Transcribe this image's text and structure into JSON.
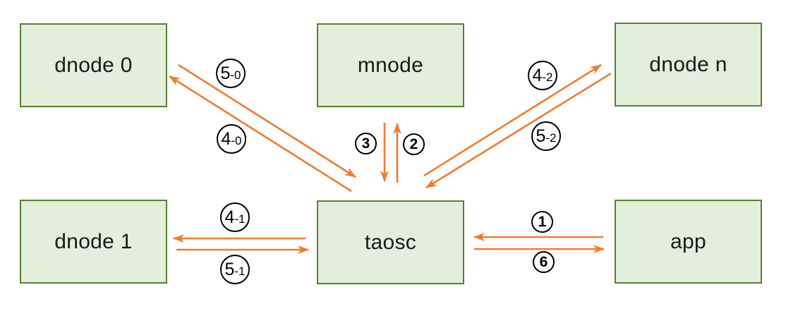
{
  "diagram_type": "message-flow-diagram",
  "colors": {
    "background": "#ffffff",
    "node_fill": "#e2efda",
    "node_border": "#548235",
    "node_text": "#1a1a1a",
    "arrow": "#ed7d31",
    "label_circle_border": "#000000",
    "label_text": "#000000"
  },
  "nodes": {
    "dnode0": "dnode 0",
    "mnode": "mnode",
    "dnoden": "dnode n",
    "dnode1": "dnode 1",
    "taosc": "taosc",
    "app": "app"
  },
  "edges": [
    {
      "label": "1",
      "from": "app",
      "to": "taosc"
    },
    {
      "label": "2",
      "from": "taosc",
      "to": "mnode"
    },
    {
      "label": "3",
      "from": "mnode",
      "to": "taosc"
    },
    {
      "label": "4-0",
      "from": "taosc",
      "to": "dnode 0"
    },
    {
      "label": "5-0",
      "from": "dnode 0",
      "to": "taosc"
    },
    {
      "label": "4-1",
      "from": "taosc",
      "to": "dnode 1"
    },
    {
      "label": "5-1",
      "from": "dnode 1",
      "to": "taosc"
    },
    {
      "label": "4-2",
      "from": "taosc",
      "to": "dnode n"
    },
    {
      "label": "5-2",
      "from": "dnode n",
      "to": "taosc"
    },
    {
      "label": "6",
      "from": "taosc",
      "to": "app"
    }
  ],
  "edge_labels": {
    "l50": {
      "main": "5",
      "suffix": "-0"
    },
    "l40": {
      "main": "4",
      "suffix": "-0"
    },
    "l3": {
      "main": "3",
      "suffix": ""
    },
    "l2": {
      "main": "2",
      "suffix": ""
    },
    "l42": {
      "main": "4",
      "suffix": "-2"
    },
    "l52": {
      "main": "5",
      "suffix": "-2"
    },
    "l41": {
      "main": "4",
      "suffix": "-1"
    },
    "l51": {
      "main": "5",
      "suffix": "-1"
    },
    "l1": {
      "main": "1",
      "suffix": ""
    },
    "l6": {
      "main": "6",
      "suffix": ""
    }
  }
}
